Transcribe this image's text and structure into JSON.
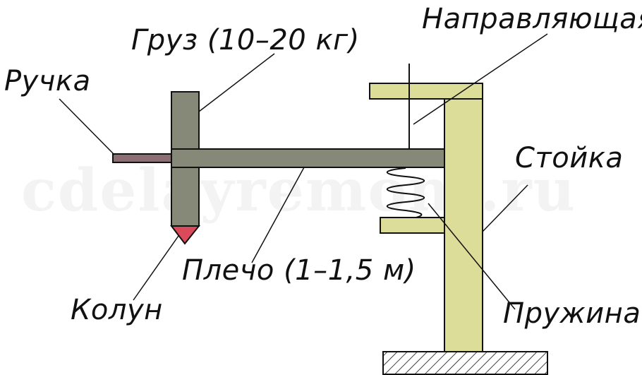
{
  "watermark": "cdelayremont.ru",
  "labels": {
    "napravlyayuschaya": "Направляющая",
    "gruz": "Груз (10–20 кг)",
    "ruchka": "Ручка",
    "stoyka": "Стойка",
    "plecho": "Плечо (1–1,5 м)",
    "kolun": "Колун",
    "pruzhina": "Пружина"
  },
  "colors": {
    "stand": "#dcdd99",
    "steel": "#868977",
    "handle": "#8b6e73",
    "blade": "#d94a5a",
    "outline": "#111111"
  }
}
